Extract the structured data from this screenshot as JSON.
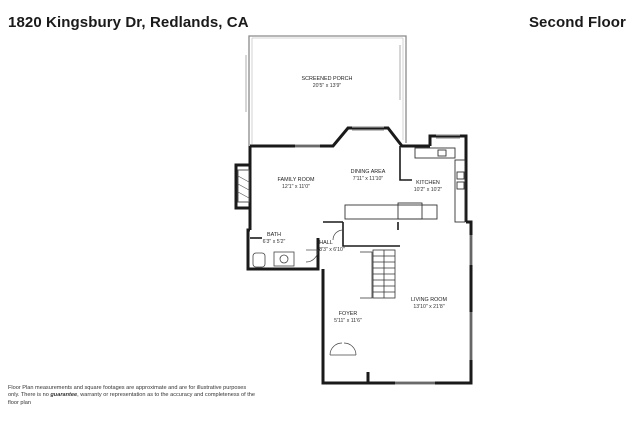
{
  "header": {
    "address": "1820 Kingsbury Dr, Redlands, CA",
    "floor_label": "Second Floor"
  },
  "rooms": {
    "screened_porch": {
      "name": "SCREENED PORCH",
      "dims": "20'5\" x 13'9\""
    },
    "family_room": {
      "name": "FAMILY ROOM",
      "dims": "12'1\" x 11'0\""
    },
    "dining_area": {
      "name": "DINING AREA",
      "dims": "7'11\" x 11'10\""
    },
    "kitchen": {
      "name": "KITCHEN",
      "dims": "10'2\" x 10'2\""
    },
    "bath": {
      "name": "BATH",
      "dims": "6'3\" x 5'2\""
    },
    "hall": {
      "name": "HALL",
      "dims": "8'3\" x 6'10\""
    },
    "foyer": {
      "name": "FOYER",
      "dims": "5'11\" x 11'6\""
    },
    "living_room": {
      "name": "LIVING ROOM",
      "dims": "13'10\" x 21'8\""
    }
  },
  "disclaimer": {
    "before": "Floor Plan measurements and square footages are approximate and are for illustrative purposes only. There is no ",
    "brand": "guarantee",
    "after": ", warranty or representation as to the accuracy and completeness of the floor plan"
  },
  "colors": {
    "wall": "#1a1a1a",
    "porch_screen": "#9a9a9a",
    "window": "#bdbdbd",
    "fixture": "#555555"
  }
}
